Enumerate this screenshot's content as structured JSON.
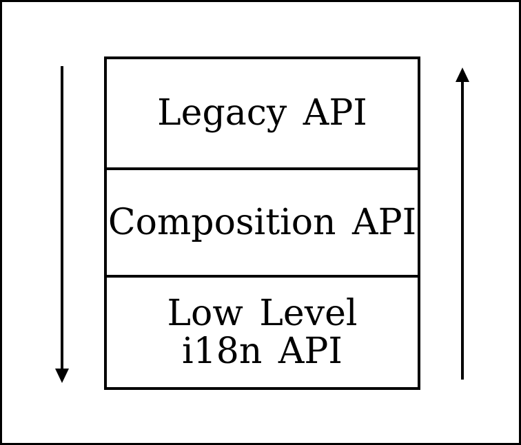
{
  "diagram": {
    "background_color": "#ffffff",
    "stroke_color": "#000000",
    "layers": [
      {
        "label": "Legacy API"
      },
      {
        "label": "Composition API"
      },
      {
        "lines": [
          "Low Level",
          "i18n API"
        ]
      }
    ],
    "arrows": {
      "left": {
        "direction": "down"
      },
      "right": {
        "direction": "up"
      }
    }
  }
}
